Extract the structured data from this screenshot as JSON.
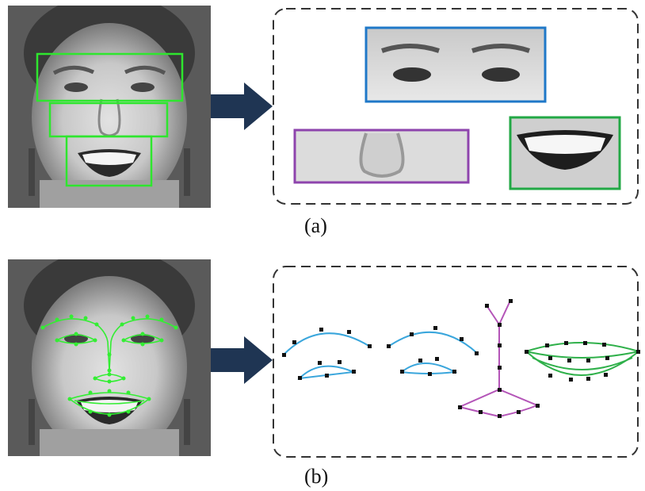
{
  "panels": {
    "a": {
      "caption": "(a)"
    },
    "b": {
      "caption": "(b)"
    }
  },
  "colors": {
    "region_box": "#2ee62e",
    "eyes_box": "#1f78c8",
    "nose_box": "#8e44ad",
    "mouth_box": "#22a845",
    "arrow": "#1f3553",
    "eye_landmarks": "#3aa6dc",
    "nose_landmarks": "#b455b8",
    "mouth_landmarks": "#2fb04a",
    "face_landmarks": "#33ee33"
  },
  "regions": [
    "eyes",
    "nose",
    "mouth"
  ],
  "icons": {
    "arrow": "right-arrow-icon",
    "face_photo": "face-photo-icon"
  }
}
